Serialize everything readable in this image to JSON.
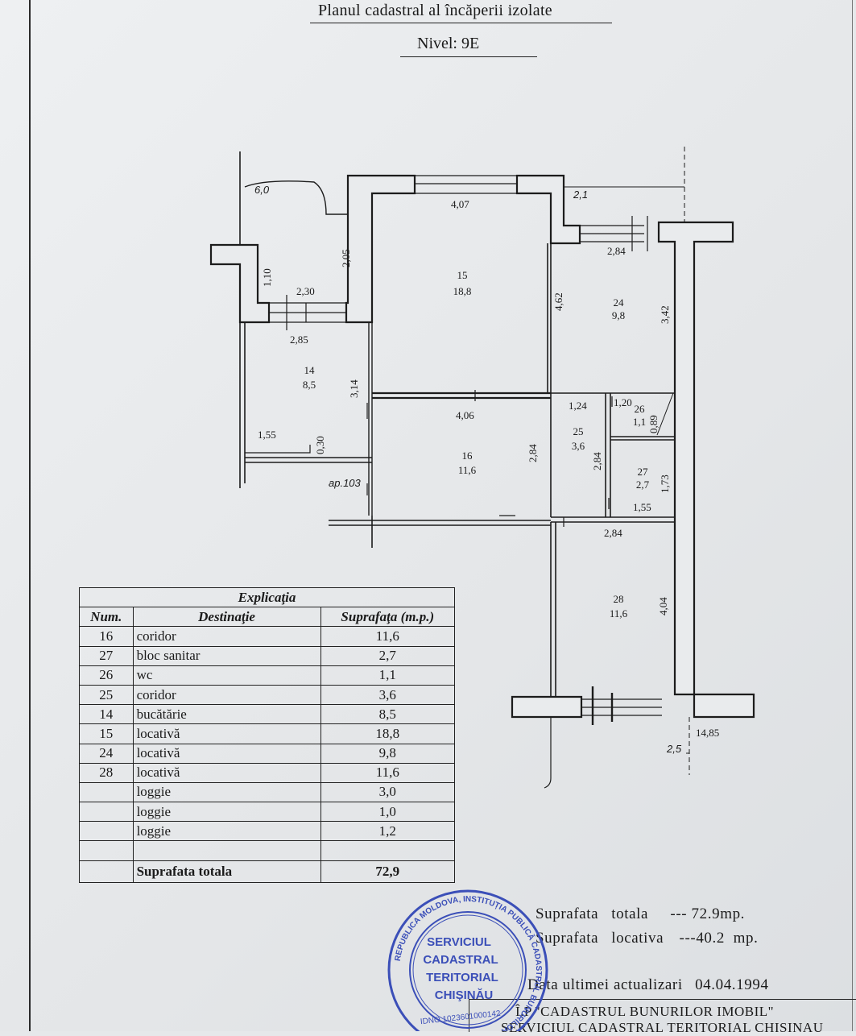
{
  "header": {
    "title": "Planul cadastral al încăperii izolate",
    "level_label": "Nivel:",
    "level_value": "9E"
  },
  "plan": {
    "rooms": [
      {
        "num": "15",
        "area": "18,8"
      },
      {
        "num": "24",
        "area": "9,8"
      },
      {
        "num": "14",
        "area": "8,5"
      },
      {
        "num": "16",
        "area": "11,6"
      },
      {
        "num": "25",
        "area": "3,6"
      },
      {
        "num": "26",
        "area": "1,1"
      },
      {
        "num": "27",
        "area": "2,7"
      },
      {
        "num": "28",
        "area": "11,6"
      }
    ],
    "dimensions": [
      "6,0",
      "2,1",
      "4,07",
      "2,84",
      "1,10",
      "2,05",
      "2,30",
      "2,85",
      "4,62",
      "3,42",
      "3,14",
      "4,06",
      "1,24",
      "1,20",
      "0,89",
      "1,55",
      "0,30",
      "2,84",
      "2,84",
      "1,73",
      "1,55",
      "2,84",
      "4,04",
      "2,5",
      "14,85"
    ],
    "apartment_label": "ap.103"
  },
  "legend": {
    "title": "Explicaţia",
    "columns": [
      "Num.",
      "Destinaţie",
      "Suprafaţa (m.p.)"
    ],
    "rows": [
      {
        "num": "16",
        "dest": "coridor",
        "area": "11,6"
      },
      {
        "num": "27",
        "dest": "bloc sanitar",
        "area": "2,7"
      },
      {
        "num": "26",
        "dest": "wc",
        "area": "1,1"
      },
      {
        "num": "25",
        "dest": "coridor",
        "area": "3,6"
      },
      {
        "num": "14",
        "dest": "bucătărie",
        "area": "8,5"
      },
      {
        "num": "15",
        "dest": "locativă",
        "area": "18,8"
      },
      {
        "num": "24",
        "dest": "locativă",
        "area": "9,8"
      },
      {
        "num": "28",
        "dest": "locativă",
        "area": "11,6"
      },
      {
        "num": "",
        "dest": "loggie",
        "area": "3,0"
      },
      {
        "num": "",
        "dest": "loggie",
        "area": "1,0"
      },
      {
        "num": "",
        "dest": "loggie",
        "area": "1,2"
      },
      {
        "num": "",
        "dest": "",
        "area": ""
      }
    ],
    "total_label": "Suprafata totala",
    "total_value": "72,9"
  },
  "summary": {
    "total_label": "Suprafata   totala",
    "total_value": "--- 72.9mp.",
    "living_label": "Suprafata   locativa",
    "living_value": "---40.2  mp.",
    "updated_label": "Data ultimei actualizari",
    "updated_value": "04.04.1994",
    "issuer_line1": "Î.P.\"CADASTRUL BUNURILOR IMOBIL\"",
    "issuer_line2": "SERVICIUL CADASTRAL TERITORIAL CHISINAU"
  },
  "stamp": {
    "center_lines": [
      "SERVICIUL",
      "CADASTRAL",
      "TERITORIAL",
      "CHIŞINĂU"
    ],
    "ring_text": "REPUBLICA MOLDOVA, INSTITUȚIA PUBLICĂ CADASTRUL BUNURILOR IMOBILE",
    "idno": "IDNO 1023601000142",
    "color": "#3b4fb8"
  }
}
